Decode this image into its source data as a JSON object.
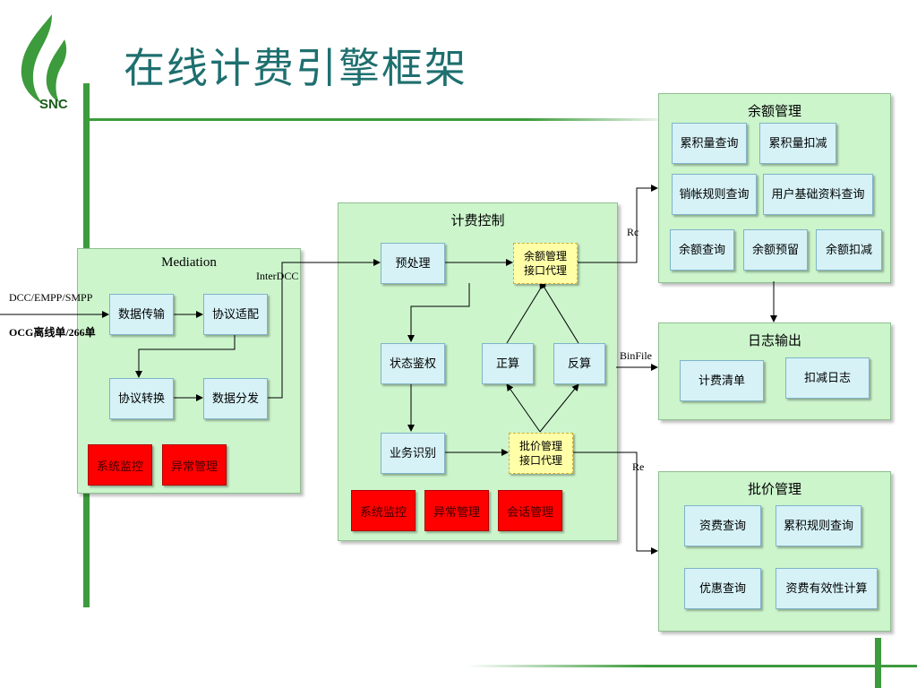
{
  "title": "在线计费引擎框架",
  "logo": {
    "text": "SNC",
    "icon": "leaf-flame-logo",
    "color": "#3c9b3c"
  },
  "colors": {
    "panel": "#ccf5cc",
    "box": "#d6f2f7",
    "proxy": "#ffffa8",
    "alert": "#ff0000",
    "accent": "#3c9b3c"
  },
  "mediation": {
    "title": "Mediation",
    "input_top": "DCC/EMPP/SMPP",
    "input_bottom": "OCG离线单/266单",
    "nodes": {
      "data_transfer": "数据传输",
      "protocol_adapt": "协议适配",
      "protocol_convert": "协议转换",
      "data_dispatch": "数据分发"
    },
    "alerts": {
      "monitor": "系统监控",
      "exception": "异常管理"
    }
  },
  "billing": {
    "title": "计费控制",
    "nodes": {
      "preprocess": "预处理",
      "balance_proxy": "余额管理\n接口代理",
      "state_auth": "状态鉴权",
      "forward_calc": "正算",
      "reverse_calc": "反算",
      "business_id": "业务识别",
      "pricing_proxy": "批价管理\n接口代理"
    },
    "alerts": {
      "monitor": "系统监控",
      "exception": "异常管理",
      "session": "会话管理"
    }
  },
  "balance": {
    "title": "余额管理",
    "items": [
      "累积量查询",
      "累积量扣减",
      "销帐规则查询",
      "用户基础资料查询",
      "余额查询",
      "余额预留",
      "余额扣减"
    ]
  },
  "log": {
    "title": "日志输出",
    "items": [
      "计费清单",
      "扣减日志"
    ]
  },
  "pricing": {
    "title": "批价管理",
    "items": [
      "资费查询",
      "累积规则查询",
      "优惠查询",
      "资费有效性计算"
    ]
  },
  "links": {
    "interdcc": "InterDCC",
    "rc": "Rc",
    "binfile": "BinFile",
    "re": "Re"
  }
}
